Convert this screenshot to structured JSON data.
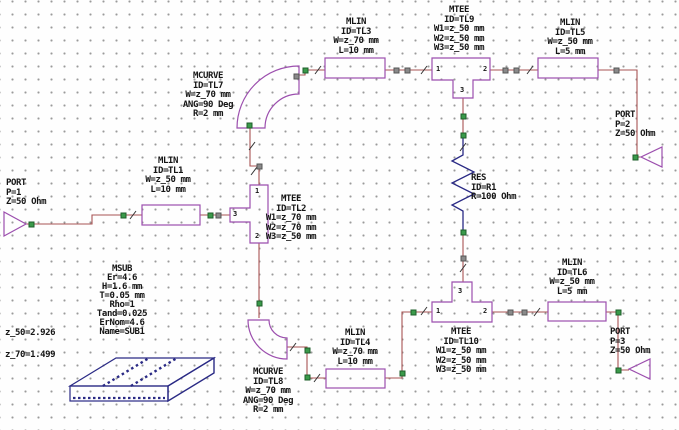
{
  "colors": {
    "wire": "#a85454",
    "element": "#9c4fae",
    "resistor": "#2a2a85",
    "substrate": "#2a2a85",
    "node-green": "#3a9a4a",
    "node-green-border": "#1e5e2a",
    "node-gray": "#8a8a8a",
    "node-gray-border": "#555555",
    "text": "#151515",
    "grid-dot": "#9a9a9a",
    "background": "#fefefe",
    "tick": "#333333"
  },
  "components": {
    "port1": {
      "lines": [
        "PORT",
        "P=1",
        "Z=50 Ohm"
      ]
    },
    "port2": {
      "lines": [
        "PORT",
        "P=2",
        "Z=50 Ohm"
      ]
    },
    "port3": {
      "lines": [
        "PORT",
        "P=3",
        "Z=50 Ohm"
      ]
    },
    "tl1": {
      "lines": [
        "MLIN",
        "ID=TL1",
        "W=z_50 mm",
        "L=10 mm"
      ]
    },
    "tl2": {
      "lines": [
        "MTEE",
        "ID=TL2",
        "W1=z_70 mm",
        "W2=z_70 mm",
        "W3=z_50 mm"
      ],
      "pins": [
        "1",
        "2",
        "3"
      ]
    },
    "tl3": {
      "lines": [
        "MLIN",
        "ID=TL3",
        "W=z_70 mm",
        "L=10 mm"
      ]
    },
    "tl4": {
      "lines": [
        "MLIN",
        "ID=TL4",
        "W=z_70 mm",
        "L=10 mm"
      ]
    },
    "tl5": {
      "lines": [
        "MLIN",
        "ID=TL5",
        "W=z_50 mm",
        "L=5 mm"
      ]
    },
    "tl6": {
      "lines": [
        "MLIN",
        "ID=TL6",
        "W=z_50 mm",
        "L=5 mm"
      ]
    },
    "tl7": {
      "lines": [
        "MCURVE",
        "ID=TL7",
        "W=z_70 mm",
        "ANG=90 Deg",
        "R=2 mm"
      ]
    },
    "tl8": {
      "lines": [
        "MCURVE",
        "ID=TL8",
        "W=z_70 mm",
        "ANG=90 Deg",
        "R=2 mm"
      ]
    },
    "tl9": {
      "lines": [
        "MTEE",
        "ID=TL9",
        "W1=z_50 mm",
        "W2=z_50 mm",
        "W3=z_50 mm"
      ],
      "pins": [
        "1",
        "2",
        "3"
      ]
    },
    "tl10": {
      "lines": [
        "MTEE",
        "ID=TL10",
        "W1=z_50 mm",
        "W2=z_50 mm",
        "W3=z_50 mm"
      ],
      "pins": [
        "1",
        "2",
        "3"
      ]
    },
    "r1": {
      "lines": [
        "RES",
        "ID=R1",
        "R=100 Ohm"
      ]
    },
    "msub": {
      "lines": [
        "MSUB",
        "Er=4.6",
        "H=1.6 mm",
        "T=0.05 mm",
        "Rho=1",
        "Tand=0.025",
        "ErNom=4.6",
        "Name=SUB1"
      ]
    }
  },
  "variables": {
    "z_50": "z_50=2.926",
    "z_70": "z_70=1.499"
  }
}
